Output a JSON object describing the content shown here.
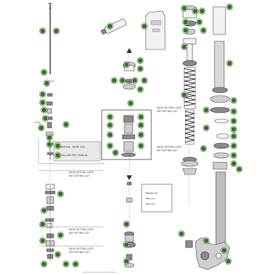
{
  "diagram": {
    "type": "exploded-parts-view",
    "accent_color": "#2a7a18",
    "notes": {
      "spring_setting_1": [
        "SIEHE SETTING LISTE",
        "SEE SETTING LIST"
      ],
      "spring_setting_2": [
        "SIEHE SETTING LISTE",
        "SEE SETTING LIST"
      ],
      "setting_left_1": [
        "SIEHE SETTING LISTE",
        "SEE SETTING LIST"
      ],
      "setting_left_2": [
        "SIEHE SETTING LISTE",
        "SEE SETTING LIST"
      ],
      "setting_left_3": [
        "SIEHE SETTING LISTE",
        "SEE SETTING LIST"
      ],
      "ref_label_1": "REP.ANL. SIEHE BTE",
      "ref_label_2": "FOLLOW REP. MANUAL",
      "bottom_box": [
        "Repair kit",
        "Part no.",
        "Part no."
      ]
    }
  }
}
